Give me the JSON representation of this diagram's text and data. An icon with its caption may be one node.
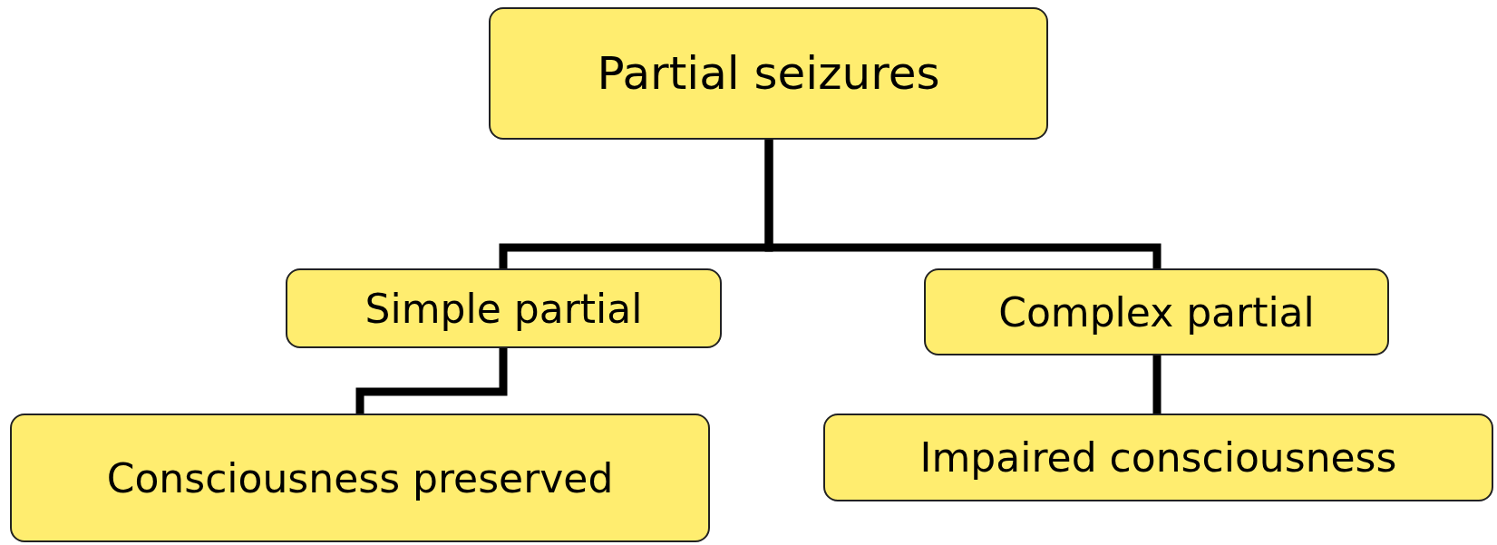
{
  "diagram": {
    "nodes": [
      {
        "text": [
          "Partial seizures"
        ]
      },
      {
        "text": [
          "Simple partial"
        ]
      },
      {
        "text": [
          "Complex partial"
        ]
      },
      {
        "text": [
          "Consciousness preserved"
        ]
      },
      {
        "text": [
          "Impaired consciousness"
        ]
      }
    ],
    "edges": [
      {
        "from": 0,
        "to": 1,
        "arrow": "none"
      },
      {
        "from": 0,
        "to": 2,
        "arrow": "none"
      },
      {
        "from": 1,
        "to": 3,
        "arrow": "none"
      },
      {
        "from": 2,
        "to": 4,
        "arrow": "none"
      }
    ]
  }
}
